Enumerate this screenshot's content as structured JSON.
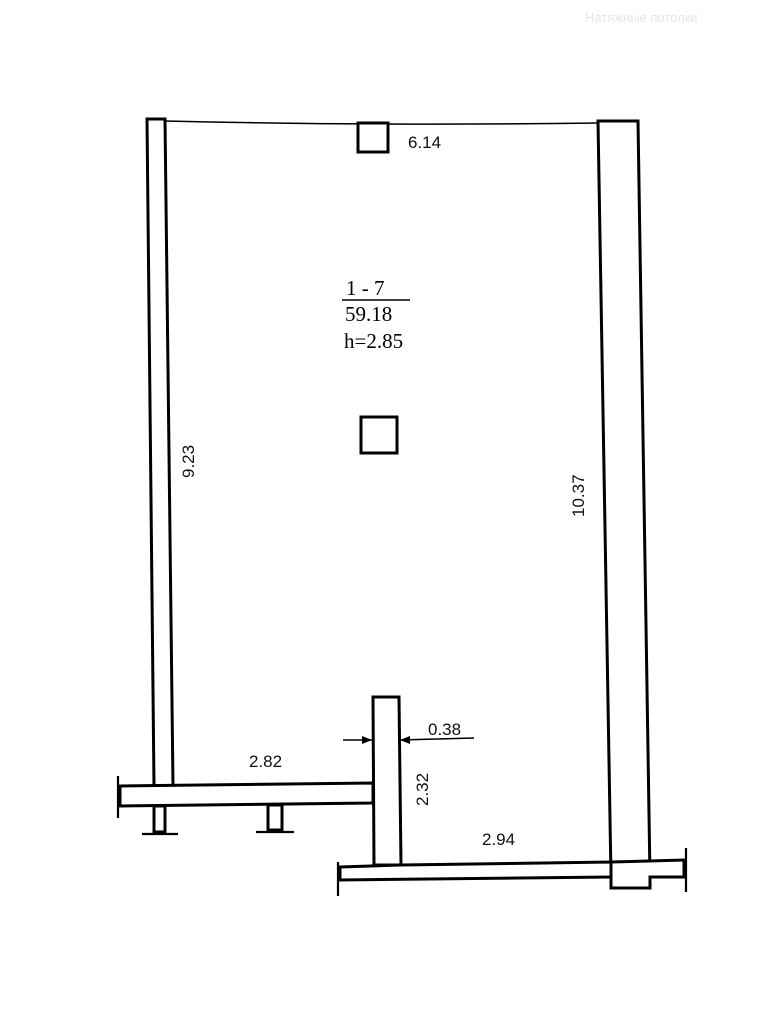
{
  "room": {
    "number": "1 - 7",
    "area": "59.18",
    "height": "h=2.85"
  },
  "dimensions": {
    "top_width": "6.14",
    "left_length": "9.23",
    "right_length": "10.37",
    "bottom_left_width": "2.82",
    "bottom_right_width": "2.94",
    "partition_length": "2.32",
    "partition_thickness": "0.38"
  },
  "watermark": "Натяжные потолки"
}
